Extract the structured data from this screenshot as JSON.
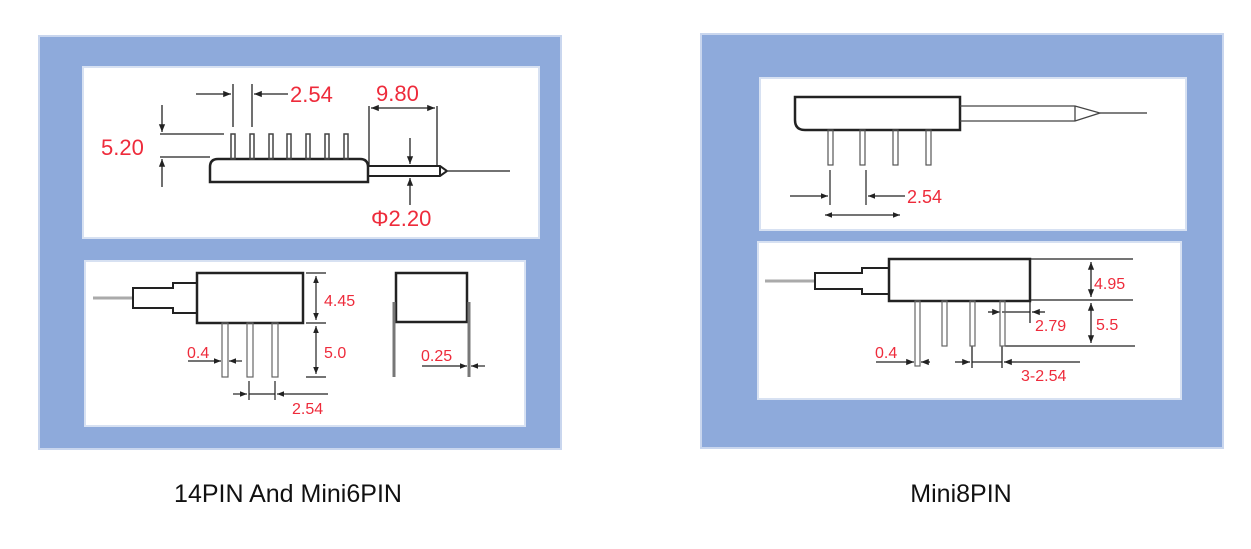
{
  "panels": [
    {
      "caption": "14PIN And Mini6PIN",
      "top_view": {
        "pitch": "2.54",
        "tube_length": "9.80",
        "pin_height": "5.20",
        "tube_diameter": "Φ2.20"
      },
      "side_view": {
        "body_height": "4.45",
        "pin_length": "5.0",
        "pin_width": "0.4",
        "pin_pitch": "2.54",
        "lead_thickness": "0.25"
      }
    },
    {
      "caption": "Mini8PIN",
      "top_view": {
        "pitch": "2.54"
      },
      "side_view": {
        "body_height": "4.95",
        "pin_length": "5.5",
        "pin_offset": "2.79",
        "pin_width": "0.4",
        "pin_pitch": "3-2.54"
      }
    }
  ],
  "colors": {
    "panel": "#8eaadb",
    "dimension": "#ee2b3b"
  }
}
